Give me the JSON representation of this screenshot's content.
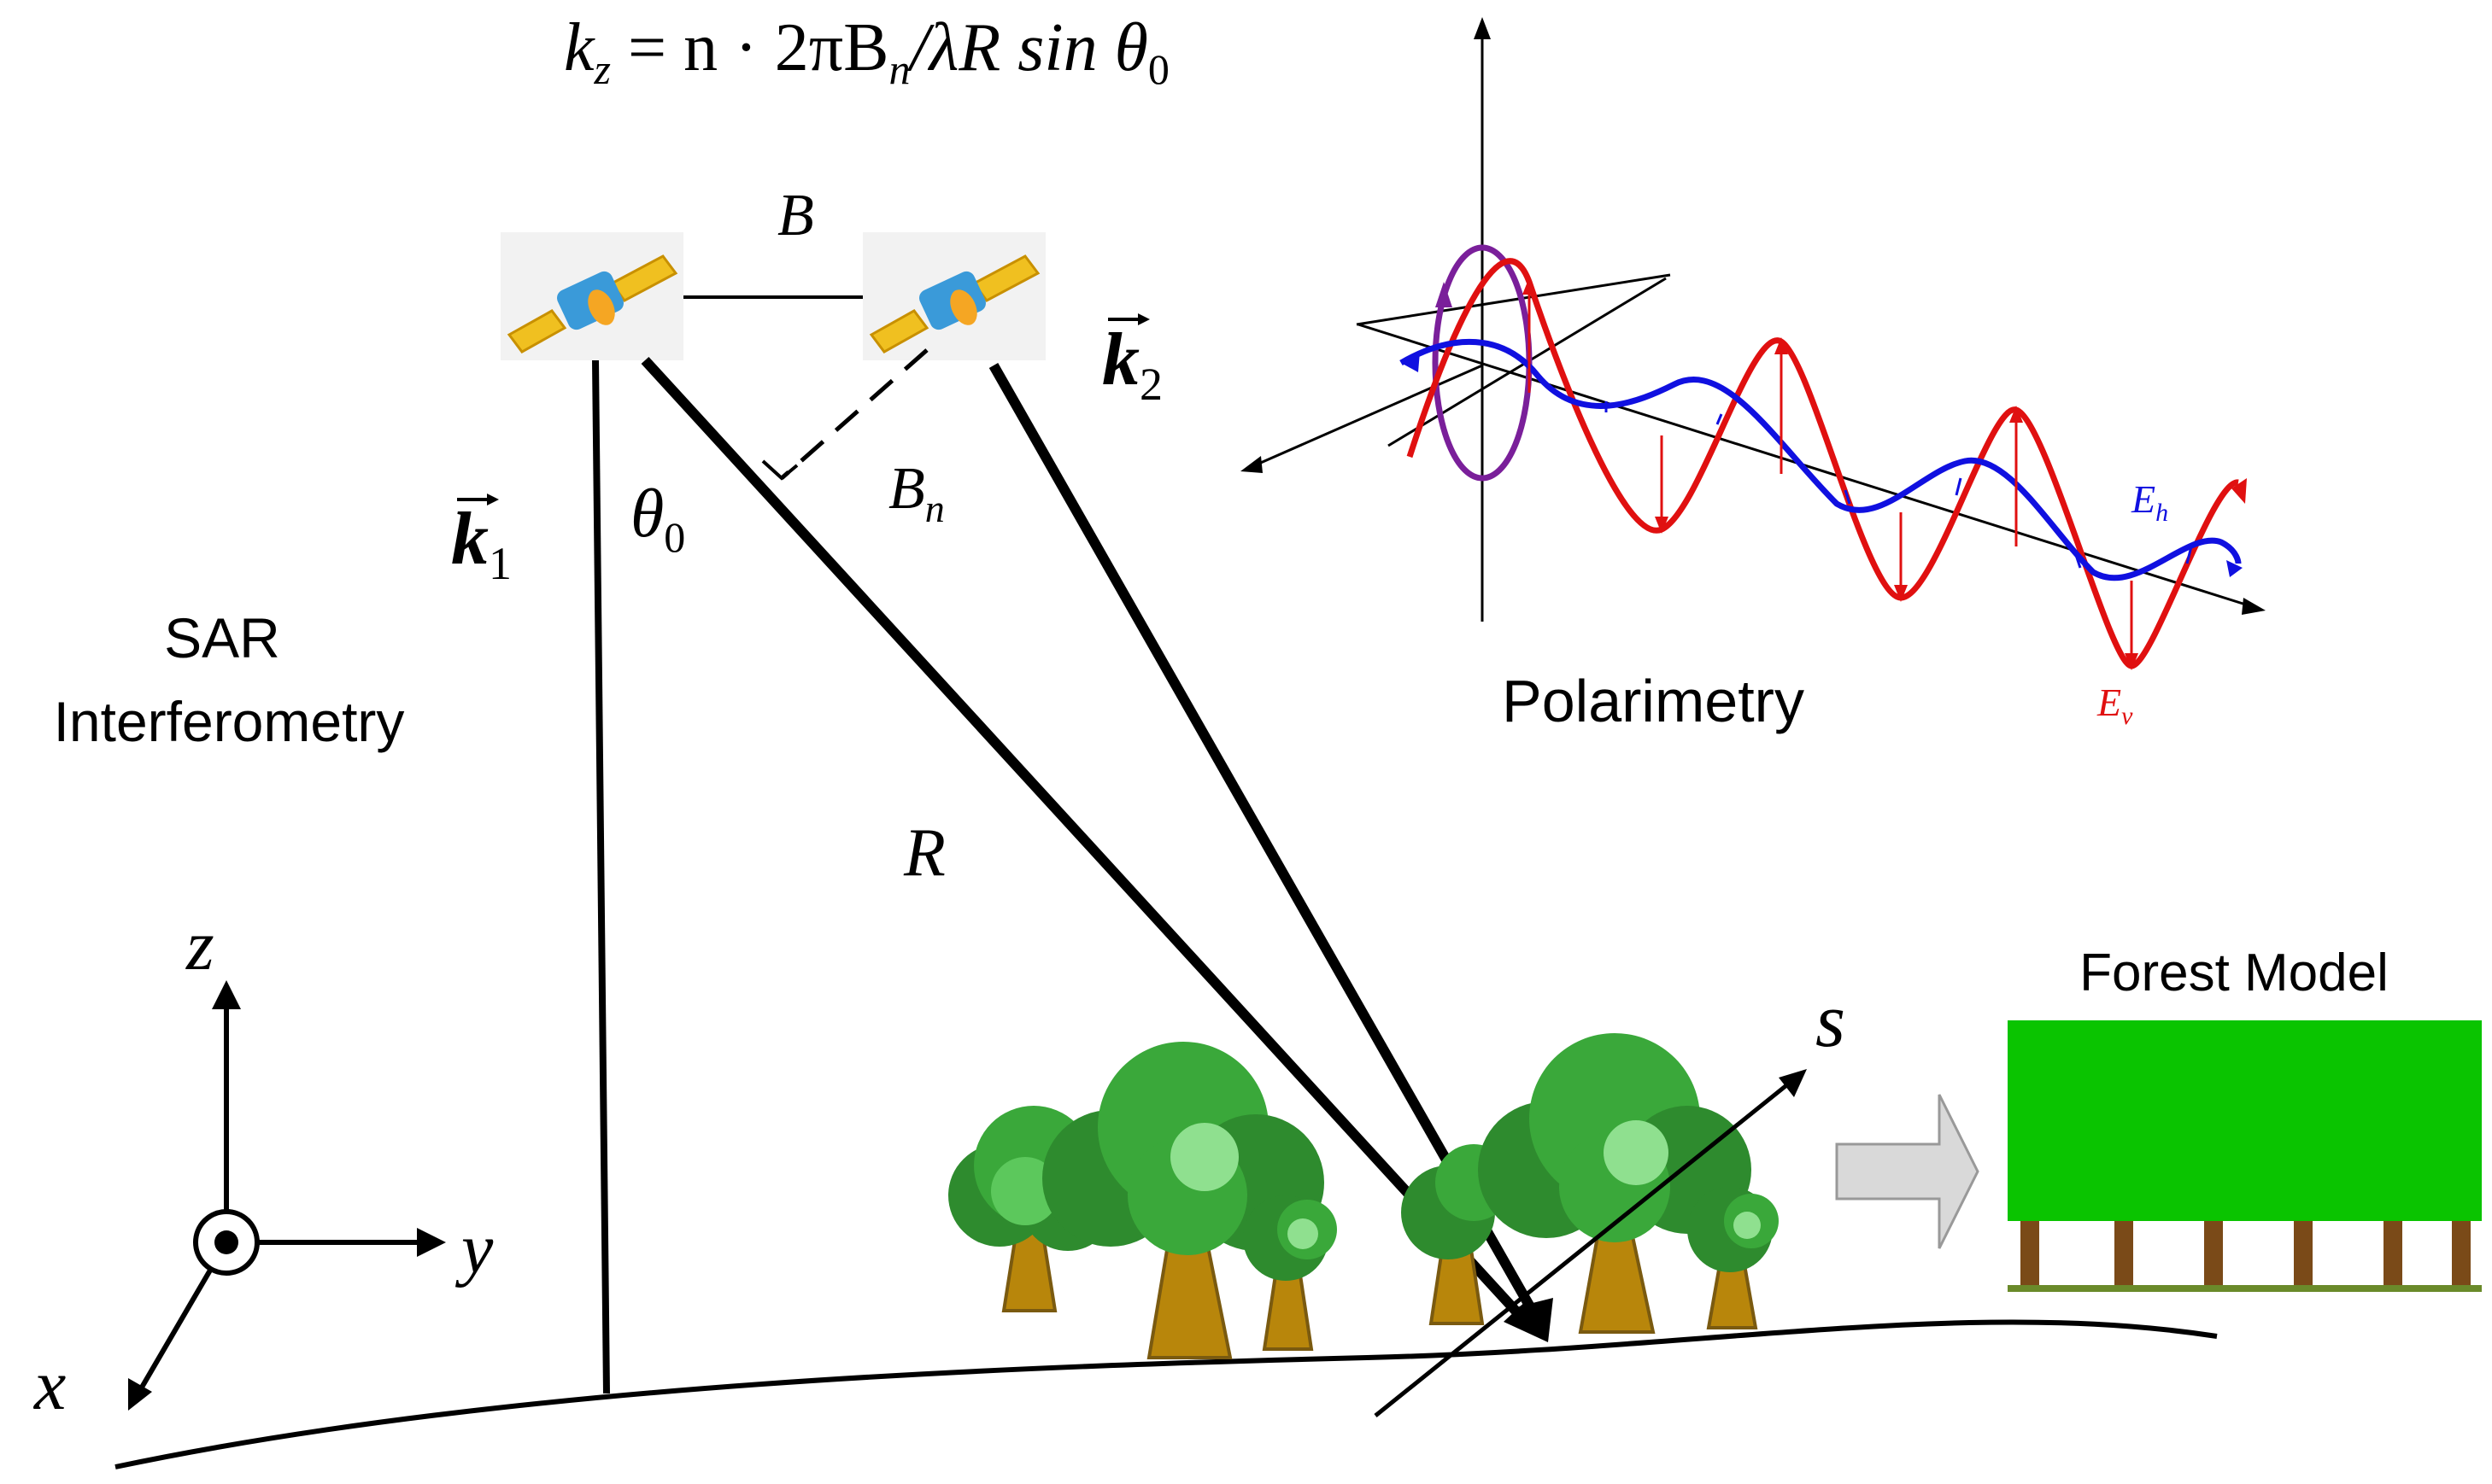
{
  "formula": {
    "kz": "k",
    "kz_sub": "z",
    "eq": " = n · 2πB",
    "n_sub": "n",
    "rest": "/λR sin θ",
    "theta_sub": "0"
  },
  "labels": {
    "B": "B",
    "Bn": "B",
    "Bn_sub": "n",
    "k1": "k",
    "k1_sub": "1",
    "k2": "k",
    "k2_sub": "2",
    "theta0": "θ",
    "theta0_sub": "0",
    "R": "R",
    "s": "s",
    "x": "x",
    "y": "y",
    "z": "z",
    "sar_line1": "SAR",
    "sar_line2": "Interferometry",
    "polarimetry": "Polarimetry",
    "Eh": "E",
    "Eh_sub": "h",
    "Ev": "E",
    "Ev_sub": "v",
    "forest_model": "Forest Model"
  },
  "colors": {
    "ink": "#000000",
    "wave_v": "#e01010",
    "wave_h": "#1010e0",
    "ellipse": "#7a1f9a",
    "canopy": "#0ac400",
    "trunk": "#7a4a18",
    "ground_strip": "#6a8a2a",
    "tree_dark": "#2e8b2e",
    "tree_light": "#8fe08f",
    "arrow_fill": "#d9d9d9"
  }
}
